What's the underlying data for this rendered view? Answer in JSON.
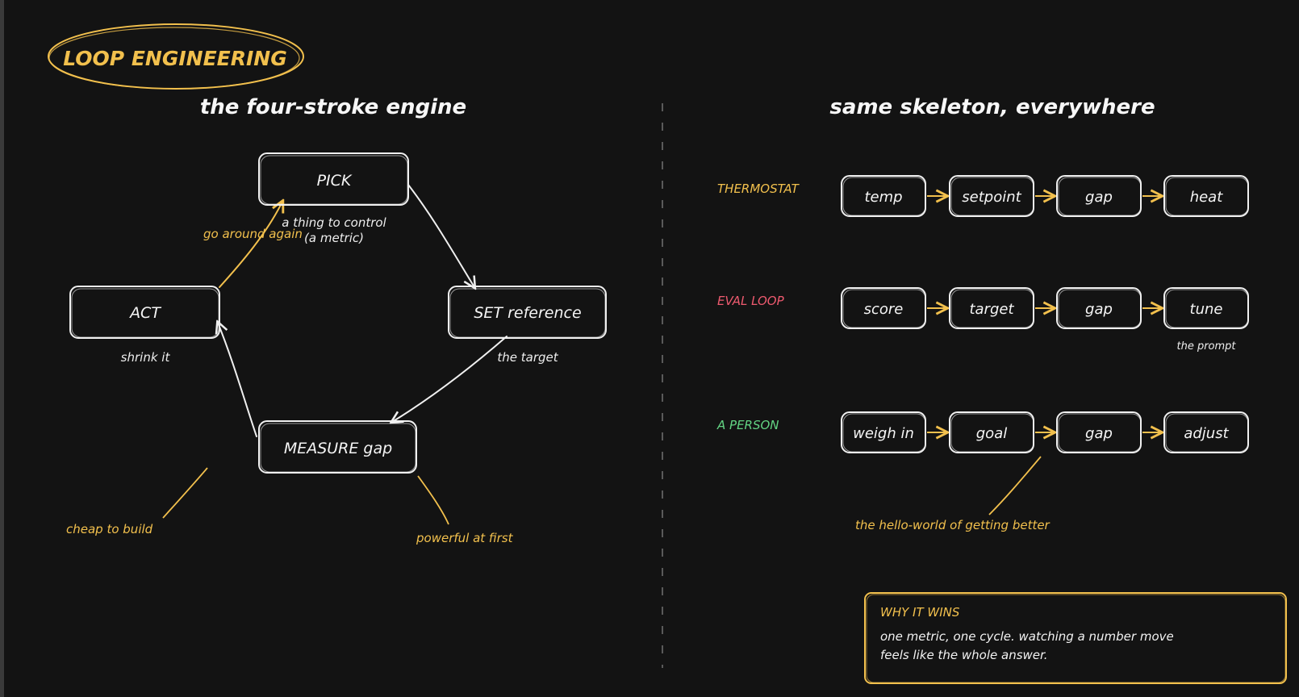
{
  "title": "LOOP ENGINEERING",
  "colors": {
    "background": "#131313",
    "stroke": "#f0f0f0",
    "accent": "#f2c04d",
    "red": "#ee5a6f",
    "green": "#63d483",
    "divider": "#5a5a5a"
  },
  "left": {
    "heading": "the four-stroke engine",
    "nodes": {
      "pick": {
        "label": "PICK",
        "caption_line1": "a thing to control",
        "caption_line2": "(a metric)"
      },
      "set": {
        "label": "SET reference",
        "caption": "the target"
      },
      "measure": {
        "label": "MEASURE gap"
      },
      "act": {
        "label": "ACT",
        "caption": "shrink it"
      }
    },
    "annotations": {
      "loop": "go around again",
      "cheap": "cheap to build",
      "powerful": "powerful at first"
    }
  },
  "right": {
    "heading": "same skeleton, everywhere",
    "rows": [
      {
        "label": "THERMOSTAT",
        "color": "#f2c04d",
        "steps": [
          "temp",
          "setpoint",
          "gap",
          "heat"
        ]
      },
      {
        "label": "EVAL LOOP",
        "color": "#ee5a6f",
        "steps": [
          "score",
          "target",
          "gap",
          "tune"
        ],
        "note": "the prompt"
      },
      {
        "label": "A PERSON",
        "color": "#63d483",
        "steps": [
          "weigh in",
          "goal",
          "gap",
          "adjust"
        ]
      }
    ],
    "annotation": "the hello-world of getting better",
    "callout": {
      "title": "WHY IT WINS",
      "line1": "one metric, one cycle. watching a number move",
      "line2": "feels like the whole answer."
    }
  }
}
